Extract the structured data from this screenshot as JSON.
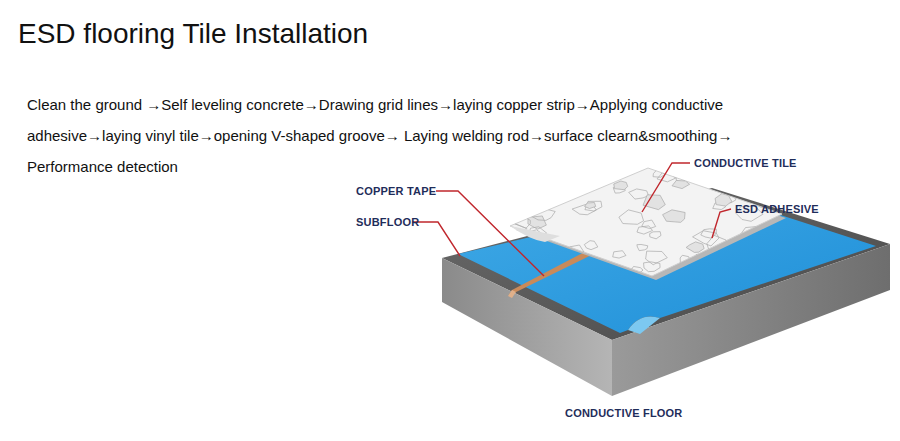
{
  "diagram": {
    "title": "ESD flooring Tile Installation",
    "labels": [
      "Clean the ground →Self leveling concrete→Drawing grid lines→laying copper strip→Applying conductive adhesive→laying vinyl tile→opening V-shaped groove→ Laying welding rod→surface clearn&smoothing→ Performance detection",
      "CONDUCTIVE TILE",
      "COPPER TAPE",
      "SUBFLOOR",
      "ESD ADHESIVE",
      "CONDUCTIVE FLOOR"
    ]
  }
}
